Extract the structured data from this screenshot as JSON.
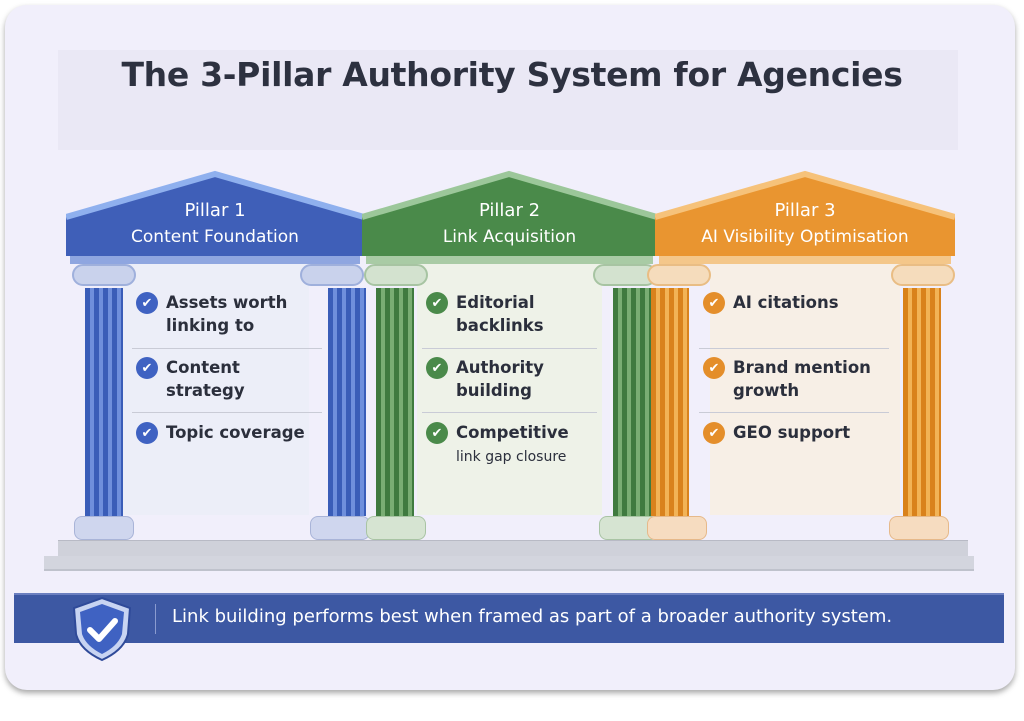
{
  "title": "The 3-Pillar Authority System for Agencies",
  "colors": {
    "pillar1": "#3f5fb8",
    "pillar2": "#4a8a4a",
    "pillar3": "#e99530",
    "banner": "#3d58a3"
  },
  "pillars": [
    {
      "number": "Pillar 1",
      "name": "Content Foundation",
      "items": [
        "Assets worth linking to",
        "Content strategy",
        "Topic coverage"
      ]
    },
    {
      "number": "Pillar 2",
      "name": "Link Acquisition",
      "items": [
        "Editorial backlinks",
        "Authority building",
        "Competitive",
        "link gap closure"
      ]
    },
    {
      "number": "Pillar 3",
      "name": "AI Visibility Optimisation",
      "items": [
        "AI citations",
        "Brand mention growth",
        "GEO support"
      ]
    }
  ],
  "banner": {
    "icon": "shield-check-icon",
    "text": "Link building performs best when framed as part of a broader authority system."
  }
}
